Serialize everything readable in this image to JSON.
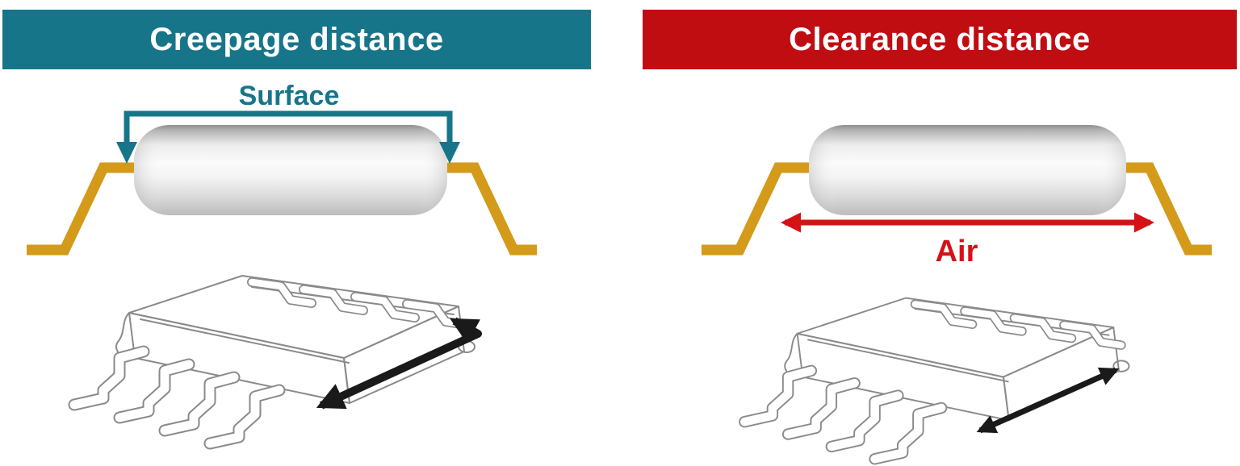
{
  "left_panel": {
    "header": "Creepage distance",
    "label": "Surface"
  },
  "right_panel": {
    "header": "Clearance distance",
    "label": "Air"
  },
  "colors": {
    "teal": "#17758a",
    "red_header": "#c00d12",
    "red_accent": "#d41317",
    "gold": "#d49a1a",
    "wireframe_gray": "#8a8a8a",
    "arrow_black": "#1a1a1a"
  }
}
